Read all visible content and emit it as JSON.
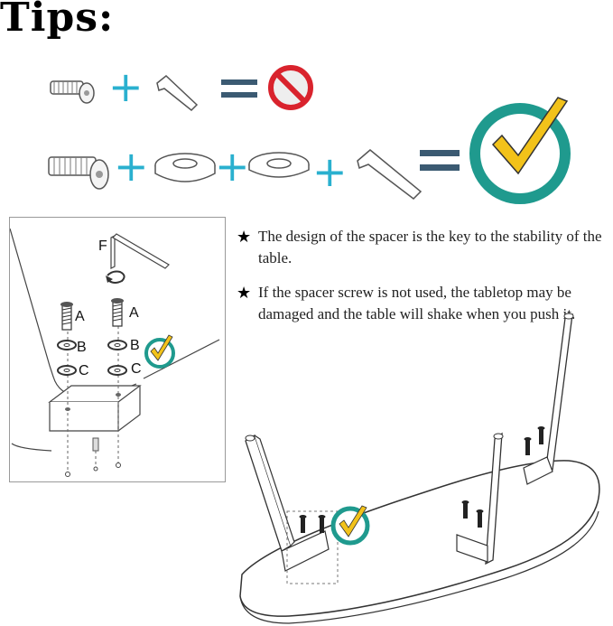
{
  "title": "Tips:",
  "symbols": {
    "plus": "+",
    "equals": "="
  },
  "panel_labels": {
    "f": "F",
    "a": "A",
    "b": "B",
    "c": "C"
  },
  "notes": [
    {
      "icon": "star-icon",
      "text": "The design of the spacer is the key to the stability of the table."
    },
    {
      "icon": "star-icon",
      "text": "If the spacer screw is not used, the tabletop may be damaged and the table will shake when you push it."
    }
  ],
  "colors": {
    "accent": "#2ab0cf",
    "check_ring": "#1f9a8e",
    "check_mark": "#f2c21a",
    "prohibit": "#d9232d",
    "equals": "#3b5a72"
  }
}
